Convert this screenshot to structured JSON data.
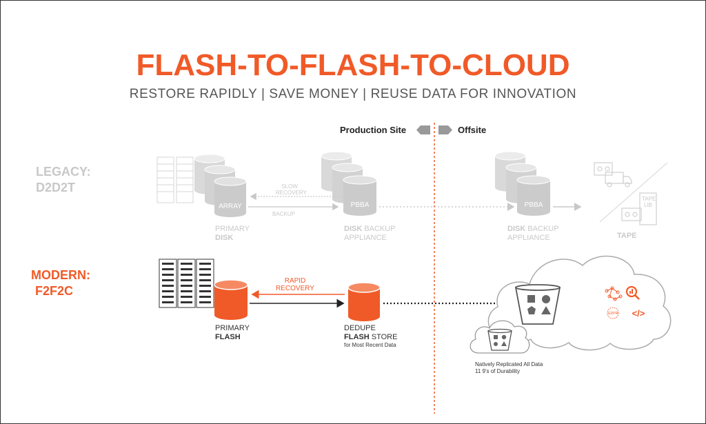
{
  "title": "FLASH-TO-FLASH-TO-CLOUD",
  "subtitle": "RESTORE RAPIDLY | SAVE MONEY | REUSE DATA FOR INNOVATION",
  "sites": {
    "production": "Production Site",
    "offsite": "Offsite"
  },
  "legacy": {
    "label_line1": "LEGACY:",
    "label_line2": "D2D2T",
    "array_label": "ARRAY",
    "pbba_label": "PBBA",
    "pbba_offsite_label": "PBBA",
    "slow_recovery_line1": "SLOW",
    "slow_recovery_line2": "RECOVERY",
    "backup": "BACKUP",
    "primary_line1": "PRIMARY",
    "primary_line2": "DISK",
    "dba_bold": "DISK",
    "dba_rest": " BACKUP",
    "dba_line2": "APPLIANCE",
    "offsite_dba_bold": "DISK",
    "offsite_dba_rest": " BACKUP",
    "offsite_dba_line2": "APPLIANCE",
    "tape": "TAPE",
    "tape_lib_line1": "TAPE",
    "tape_lib_line2": "LIB"
  },
  "modern": {
    "label_line1": "MODERN:",
    "label_line2": "F2F2C",
    "rapid_line1": "RAPID",
    "rapid_line2": "RECOVERY",
    "primary_line1": "PRIMARY",
    "primary_line2": "FLASH",
    "dedupe_line1": "DEDUPE",
    "flash_bold": "FLASH",
    "flash_rest": " STORE",
    "recent": "for Most Recent Data",
    "replicated_line1": "Natively Replicated All Data",
    "replicated_line2": "11 9's of Durability",
    "gdpr": "GDPR",
    "code": "</>"
  },
  "colors": {
    "accent": "#f05a28",
    "legacy_gray": "#c8c8c8",
    "dark": "#222222"
  }
}
